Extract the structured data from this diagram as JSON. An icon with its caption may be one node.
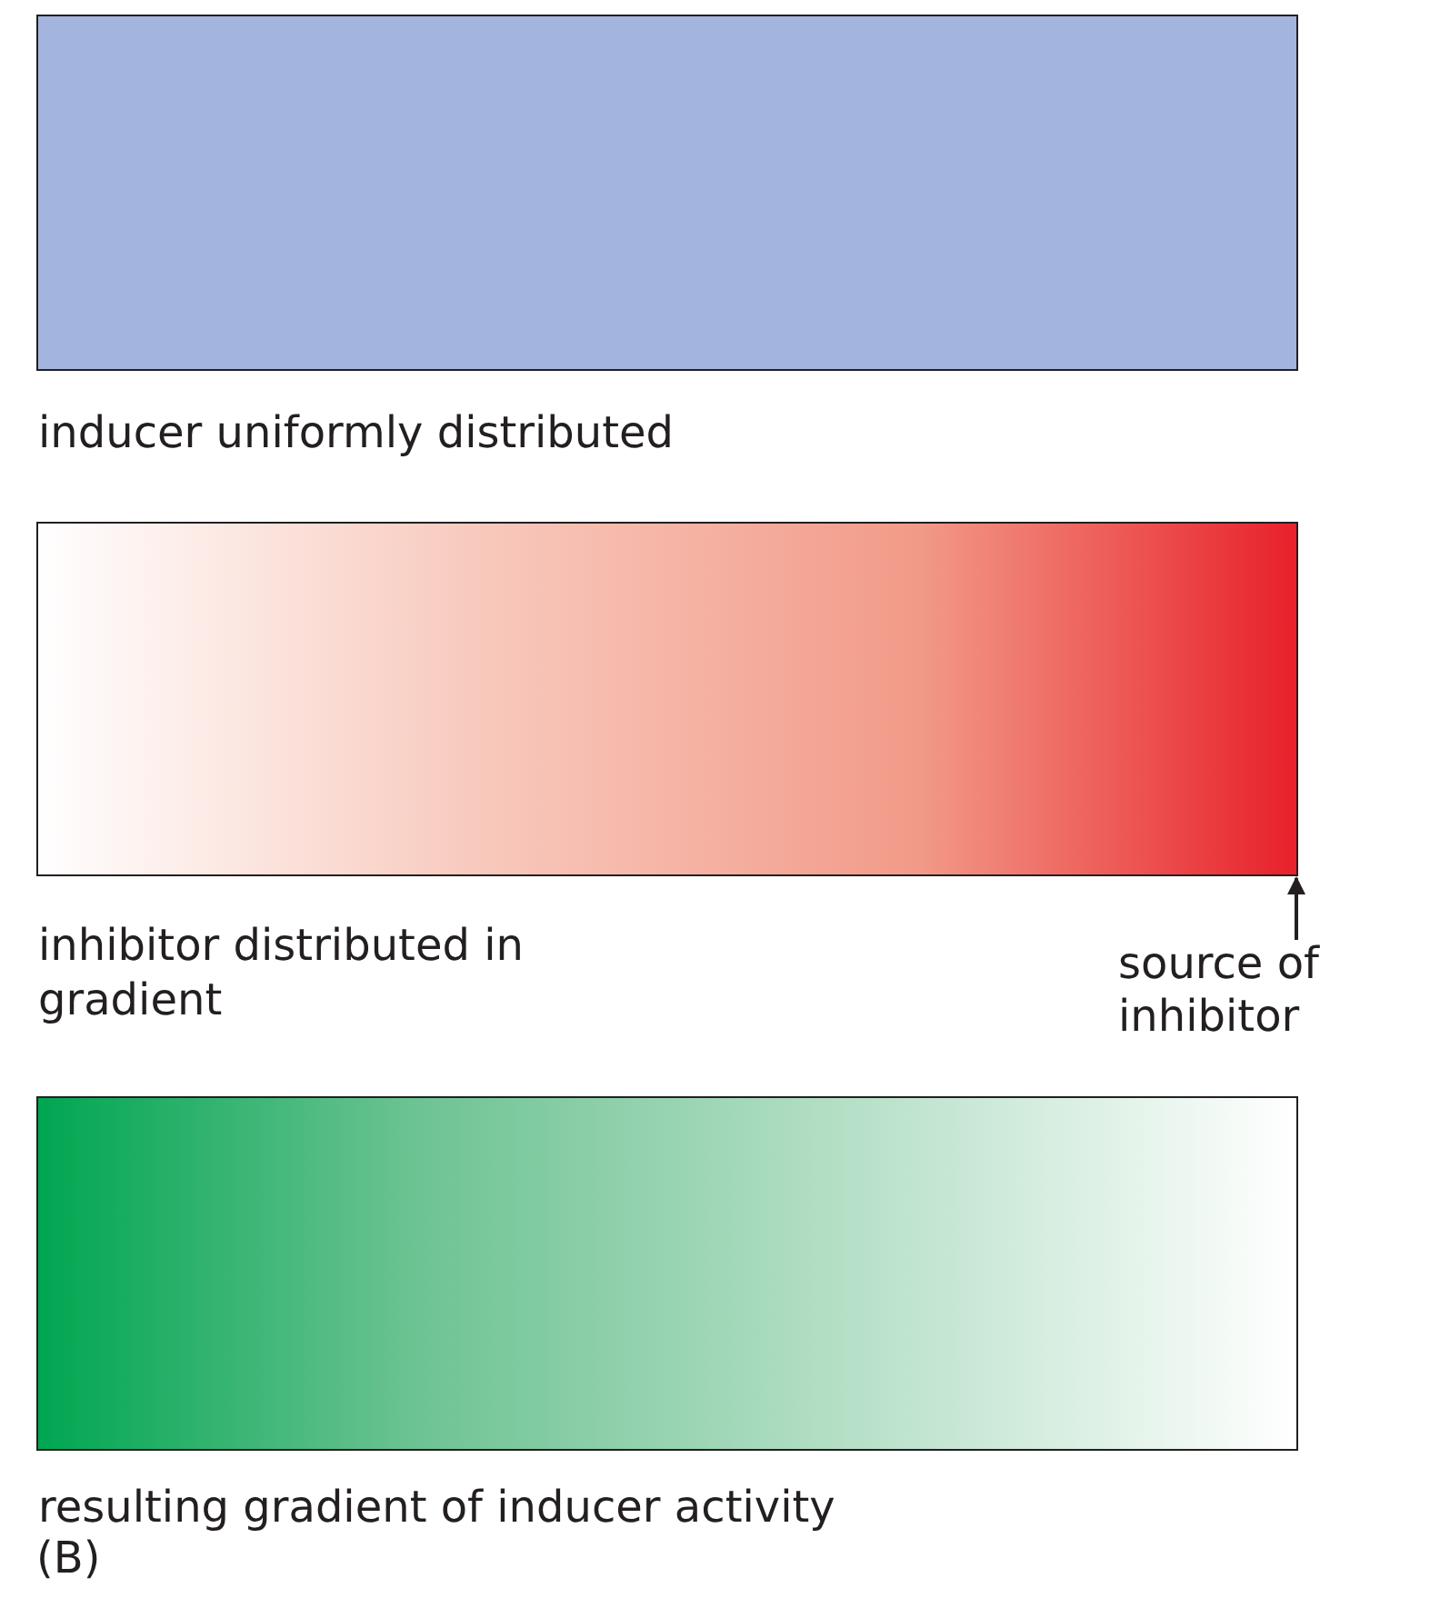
{
  "diagram": {
    "nodes": [
      {
        "text": [
          "inducer uniformly distributed"
        ]
      },
      {
        "text": [
          "inhibitor distributed in gradient"
        ]
      },
      {
        "text": [
          "source of inhibitor"
        ]
      },
      {
        "text": [
          "resulting gradient of inducer activity"
        ]
      }
    ],
    "edges": [
      {
        "from": 2,
        "to": 1,
        "arrow": "to"
      }
    ],
    "labels": [
      "(B)"
    ]
  }
}
